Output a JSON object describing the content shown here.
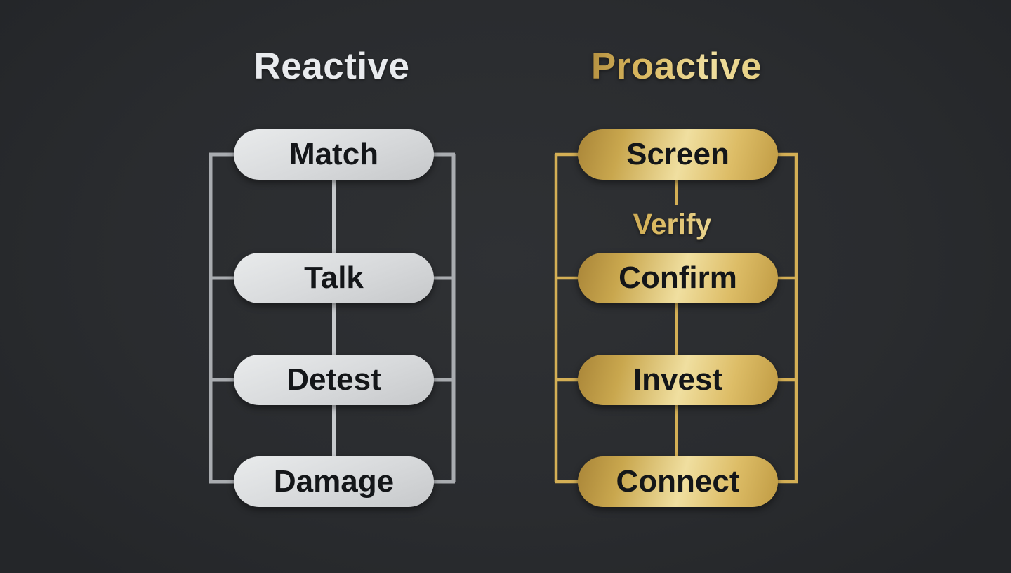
{
  "theme": {
    "background": "#2a2c2f",
    "background_center": "#2f3134",
    "gray_line": "#a9acb0",
    "gray_center_line": "#c6c9cc",
    "gray_pill_light": "#e9ebec",
    "gray_pill_mid": "#d7d9db",
    "gray_pill_dark": "#c6c8ca",
    "gray_title": "#e9ebee",
    "gold_line": "#d4af55",
    "gold_deep": "#a98538",
    "gold_dark": "#c09b43",
    "gold_mid": "#d9b75e",
    "gold_bright": "#f0dfa0",
    "pill_text": "#141619"
  },
  "columns": [
    {
      "title": "Reactive",
      "items": [
        "Match",
        "Talk",
        "Detest",
        "Damage"
      ]
    },
    {
      "title": "Proactive",
      "inline_label": "Verify",
      "items": [
        "Screen",
        "Confirm",
        "Invest",
        "Connect"
      ]
    }
  ]
}
